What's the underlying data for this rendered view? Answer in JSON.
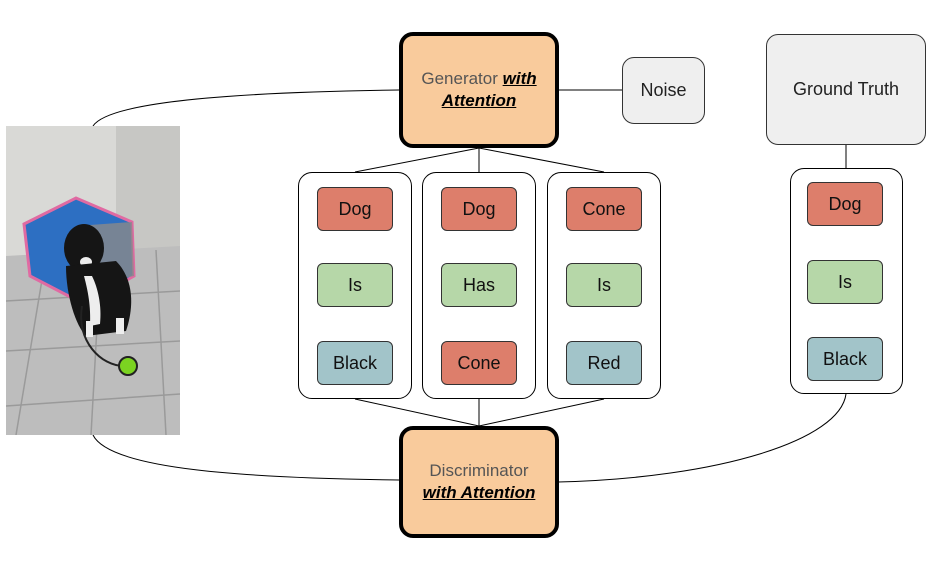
{
  "generator": {
    "label": "Generator ",
    "emphasis_line1": "with",
    "emphasis_line2": "Attention"
  },
  "noise": {
    "label": "Noise"
  },
  "ground_truth": {
    "label": "Ground Truth"
  },
  "discriminator": {
    "label": "Discriminator",
    "emphasis": "with Attention"
  },
  "triplets": [
    {
      "subject": "Dog",
      "relation": "Is",
      "object": "Black"
    },
    {
      "subject": "Dog",
      "relation": "Has",
      "object": "Cone"
    },
    {
      "subject": "Cone",
      "relation": "Is",
      "object": "Red"
    }
  ],
  "ground_truth_triplet": {
    "subject": "Dog",
    "relation": "Is",
    "object": "Black"
  },
  "colors": {
    "main_box": "#f9cb9c",
    "subject": "#dd7e6b",
    "relation": "#b6d7a8",
    "object": "#a2c4c9",
    "grey_box": "#efefef"
  },
  "photo": {
    "description_icon": "dog-photo"
  }
}
